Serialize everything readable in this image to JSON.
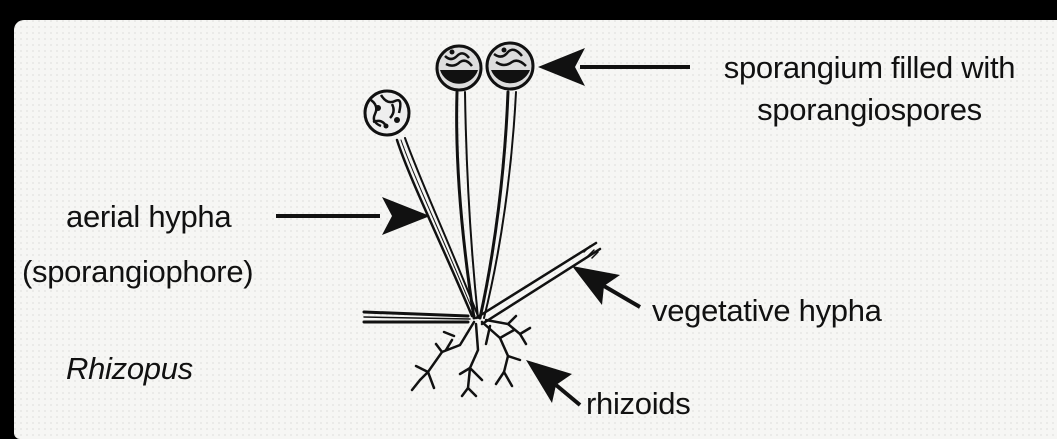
{
  "labels": {
    "sporangium_line1": "sporangium filled with",
    "sporangium_line2": "sporangiospores",
    "aerial_line1": "aerial hypha",
    "aerial_line2": "(sporangiophore)",
    "vegetative": "vegetative hypha",
    "genus": "Rhizopus",
    "rhizoids": "rhizoids"
  },
  "colors": {
    "background": "#000000",
    "panel": "#f6f6f4",
    "ink": "#111111"
  }
}
